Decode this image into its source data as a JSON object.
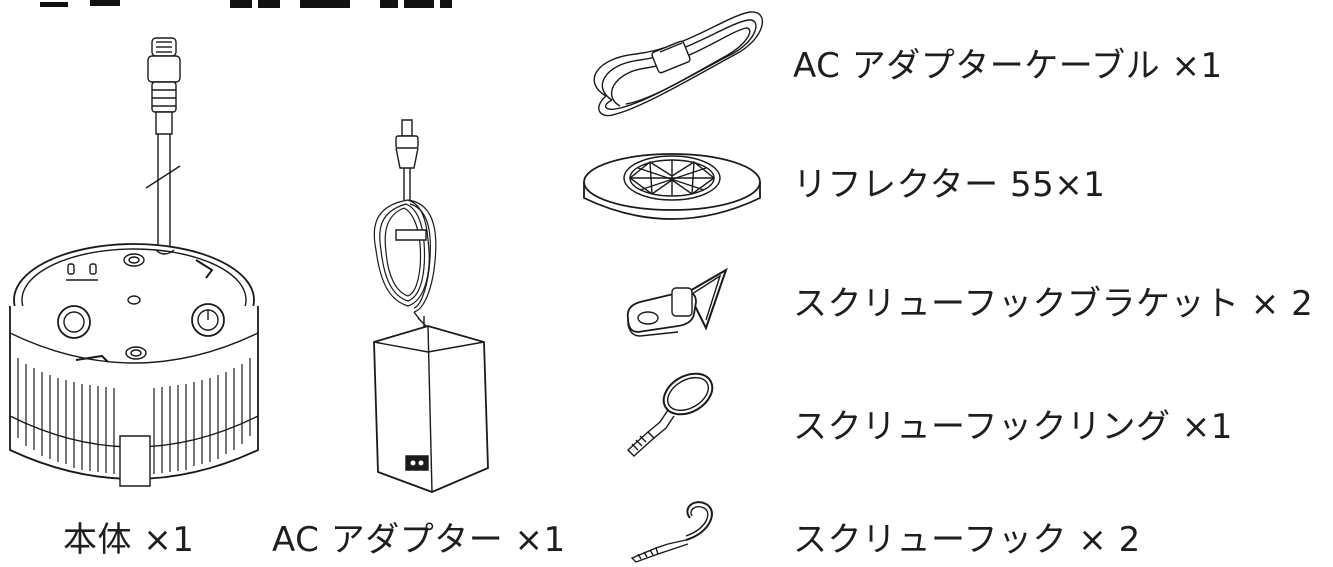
{
  "items": [
    {
      "name": "AC アダプターケーブル ×1",
      "icon": "coiled-cable-icon"
    },
    {
      "name": "リフレクター 55×1",
      "icon": "reflector-icon"
    },
    {
      "name": "スクリューフックブラケット × 2",
      "icon": "bracket-icon"
    },
    {
      "name": "スクリューフックリング ×1",
      "icon": "ring-hook-icon"
    },
    {
      "name": "スクリューフック × 2",
      "icon": "screw-hook-icon"
    }
  ],
  "main_items": [
    {
      "name": "本体 ×1",
      "icon": "lamp-body-icon"
    },
    {
      "name": "AC アダプター ×1",
      "icon": "ac-adapter-icon"
    }
  ],
  "colors": {
    "line": "#1a1a1a",
    "background": "#ffffff"
  }
}
